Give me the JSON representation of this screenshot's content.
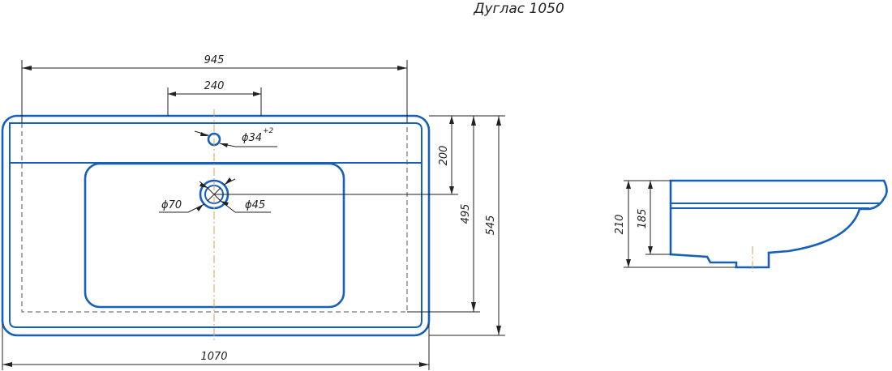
{
  "title": "Дуглас 1050",
  "dimensions": {
    "overall_width": "1070",
    "bowl_rim_width": "945",
    "tap_zone_width": "240",
    "depth_to_tap_axis": "200",
    "bowl_depth": "495",
    "overall_depth": "545",
    "tap_hole": "ϕ34",
    "tap_hole_tolerance": "+2",
    "drain_outer": "ϕ70",
    "drain_inner": "ϕ45",
    "side_overall_height": "210",
    "side_bowl_height": "185"
  },
  "colors": {
    "outline": "#1560b8",
    "dimension_lines": "#222222",
    "center_axis": "#e0a050"
  }
}
